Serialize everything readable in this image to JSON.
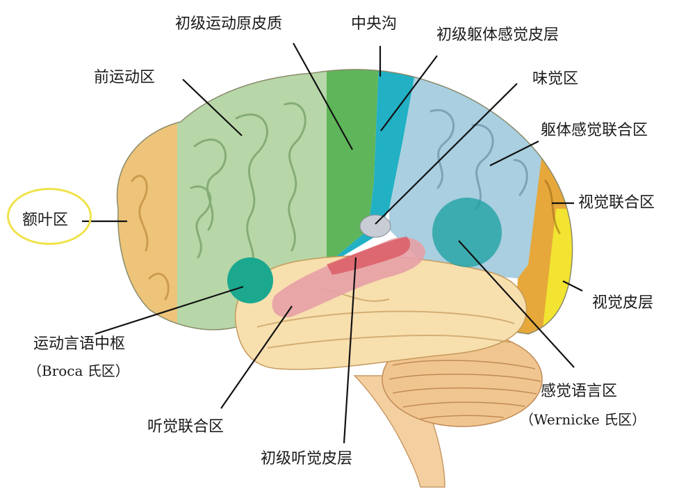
{
  "labels": {
    "primary_motor_cortex": "初级运动原皮质",
    "central_sulcus": "中央沟",
    "primary_somatosensory_cortex": "初级躯体感觉皮层",
    "premotor_area": "前运动区",
    "gustatory_area": "味觉区",
    "somatosensory_association_area": "躯体感觉联合区",
    "frontal_lobe": "额叶区",
    "visual_association_area": "视觉联合区",
    "visual_cortex": "视觉皮层",
    "broca_line1": "运动言语中枢",
    "broca_line2": "（Broca 氏区）",
    "wernicke_line1": "感觉语言区",
    "wernicke_line2": "（Wernicke 氏区）",
    "auditory_association_area": "听觉联合区",
    "primary_auditory_cortex": "初级听觉皮层"
  },
  "colors": {
    "frontal": "#eec47a",
    "premotor": "#b7d7a8",
    "primary_motor": "#5fb55a",
    "somatosensory": "#22b0c4",
    "parietal": "#a9cfe0",
    "occipital": "#e6a83a",
    "visual": "#f2e430",
    "temporal": "#f8dfae",
    "auditory": "#e5a0a6",
    "broca": "#1ba88f",
    "wernicke": "#2aa6a6",
    "cerebellum": "#f1c58f",
    "brainstem": "#f4cfa0",
    "highlight_ring": "#f0e24a"
  }
}
